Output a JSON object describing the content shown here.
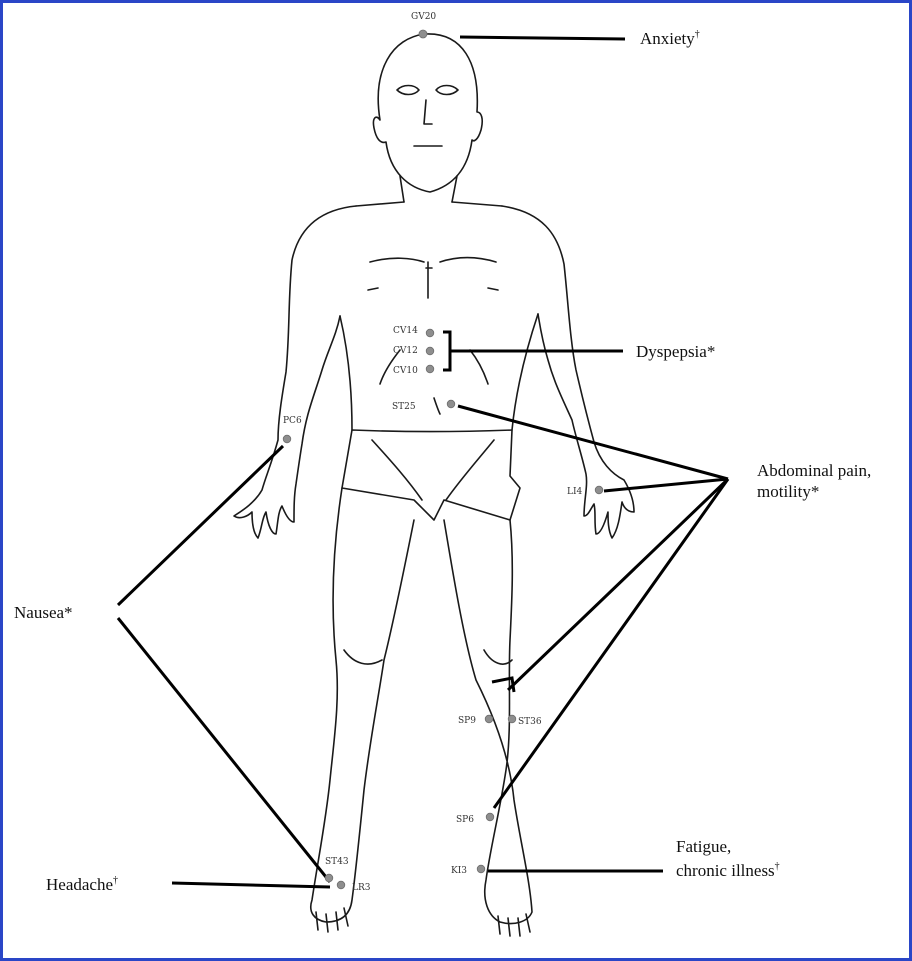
{
  "points": {
    "GV20": "GV20",
    "CV14": "CV14",
    "CV12": "CV12",
    "CV10": "CV10",
    "ST25": "ST25",
    "PC6": "PC6",
    "LI4": "LI4",
    "SP9": "SP9",
    "ST36": "ST36",
    "SP6": "SP6",
    "KI3": "KI3",
    "ST43": "ST43",
    "LR3": "LR3"
  },
  "conditions": {
    "anxiety": "Anxiety",
    "anxiety_mark": "†",
    "dyspepsia": "Dyspepsia*",
    "abdominal_line1": "Abdominal pain,",
    "abdominal_line2": "motility*",
    "nausea": "Nausea*",
    "fatigue_line1": "Fatigue,",
    "fatigue_line2": "chronic illness",
    "fatigue_mark": "†",
    "headache": "Headache",
    "headache_mark": "†"
  },
  "colors": {
    "frame": "#2a46c7",
    "point": "#8e8e8e",
    "line": "#000000"
  }
}
